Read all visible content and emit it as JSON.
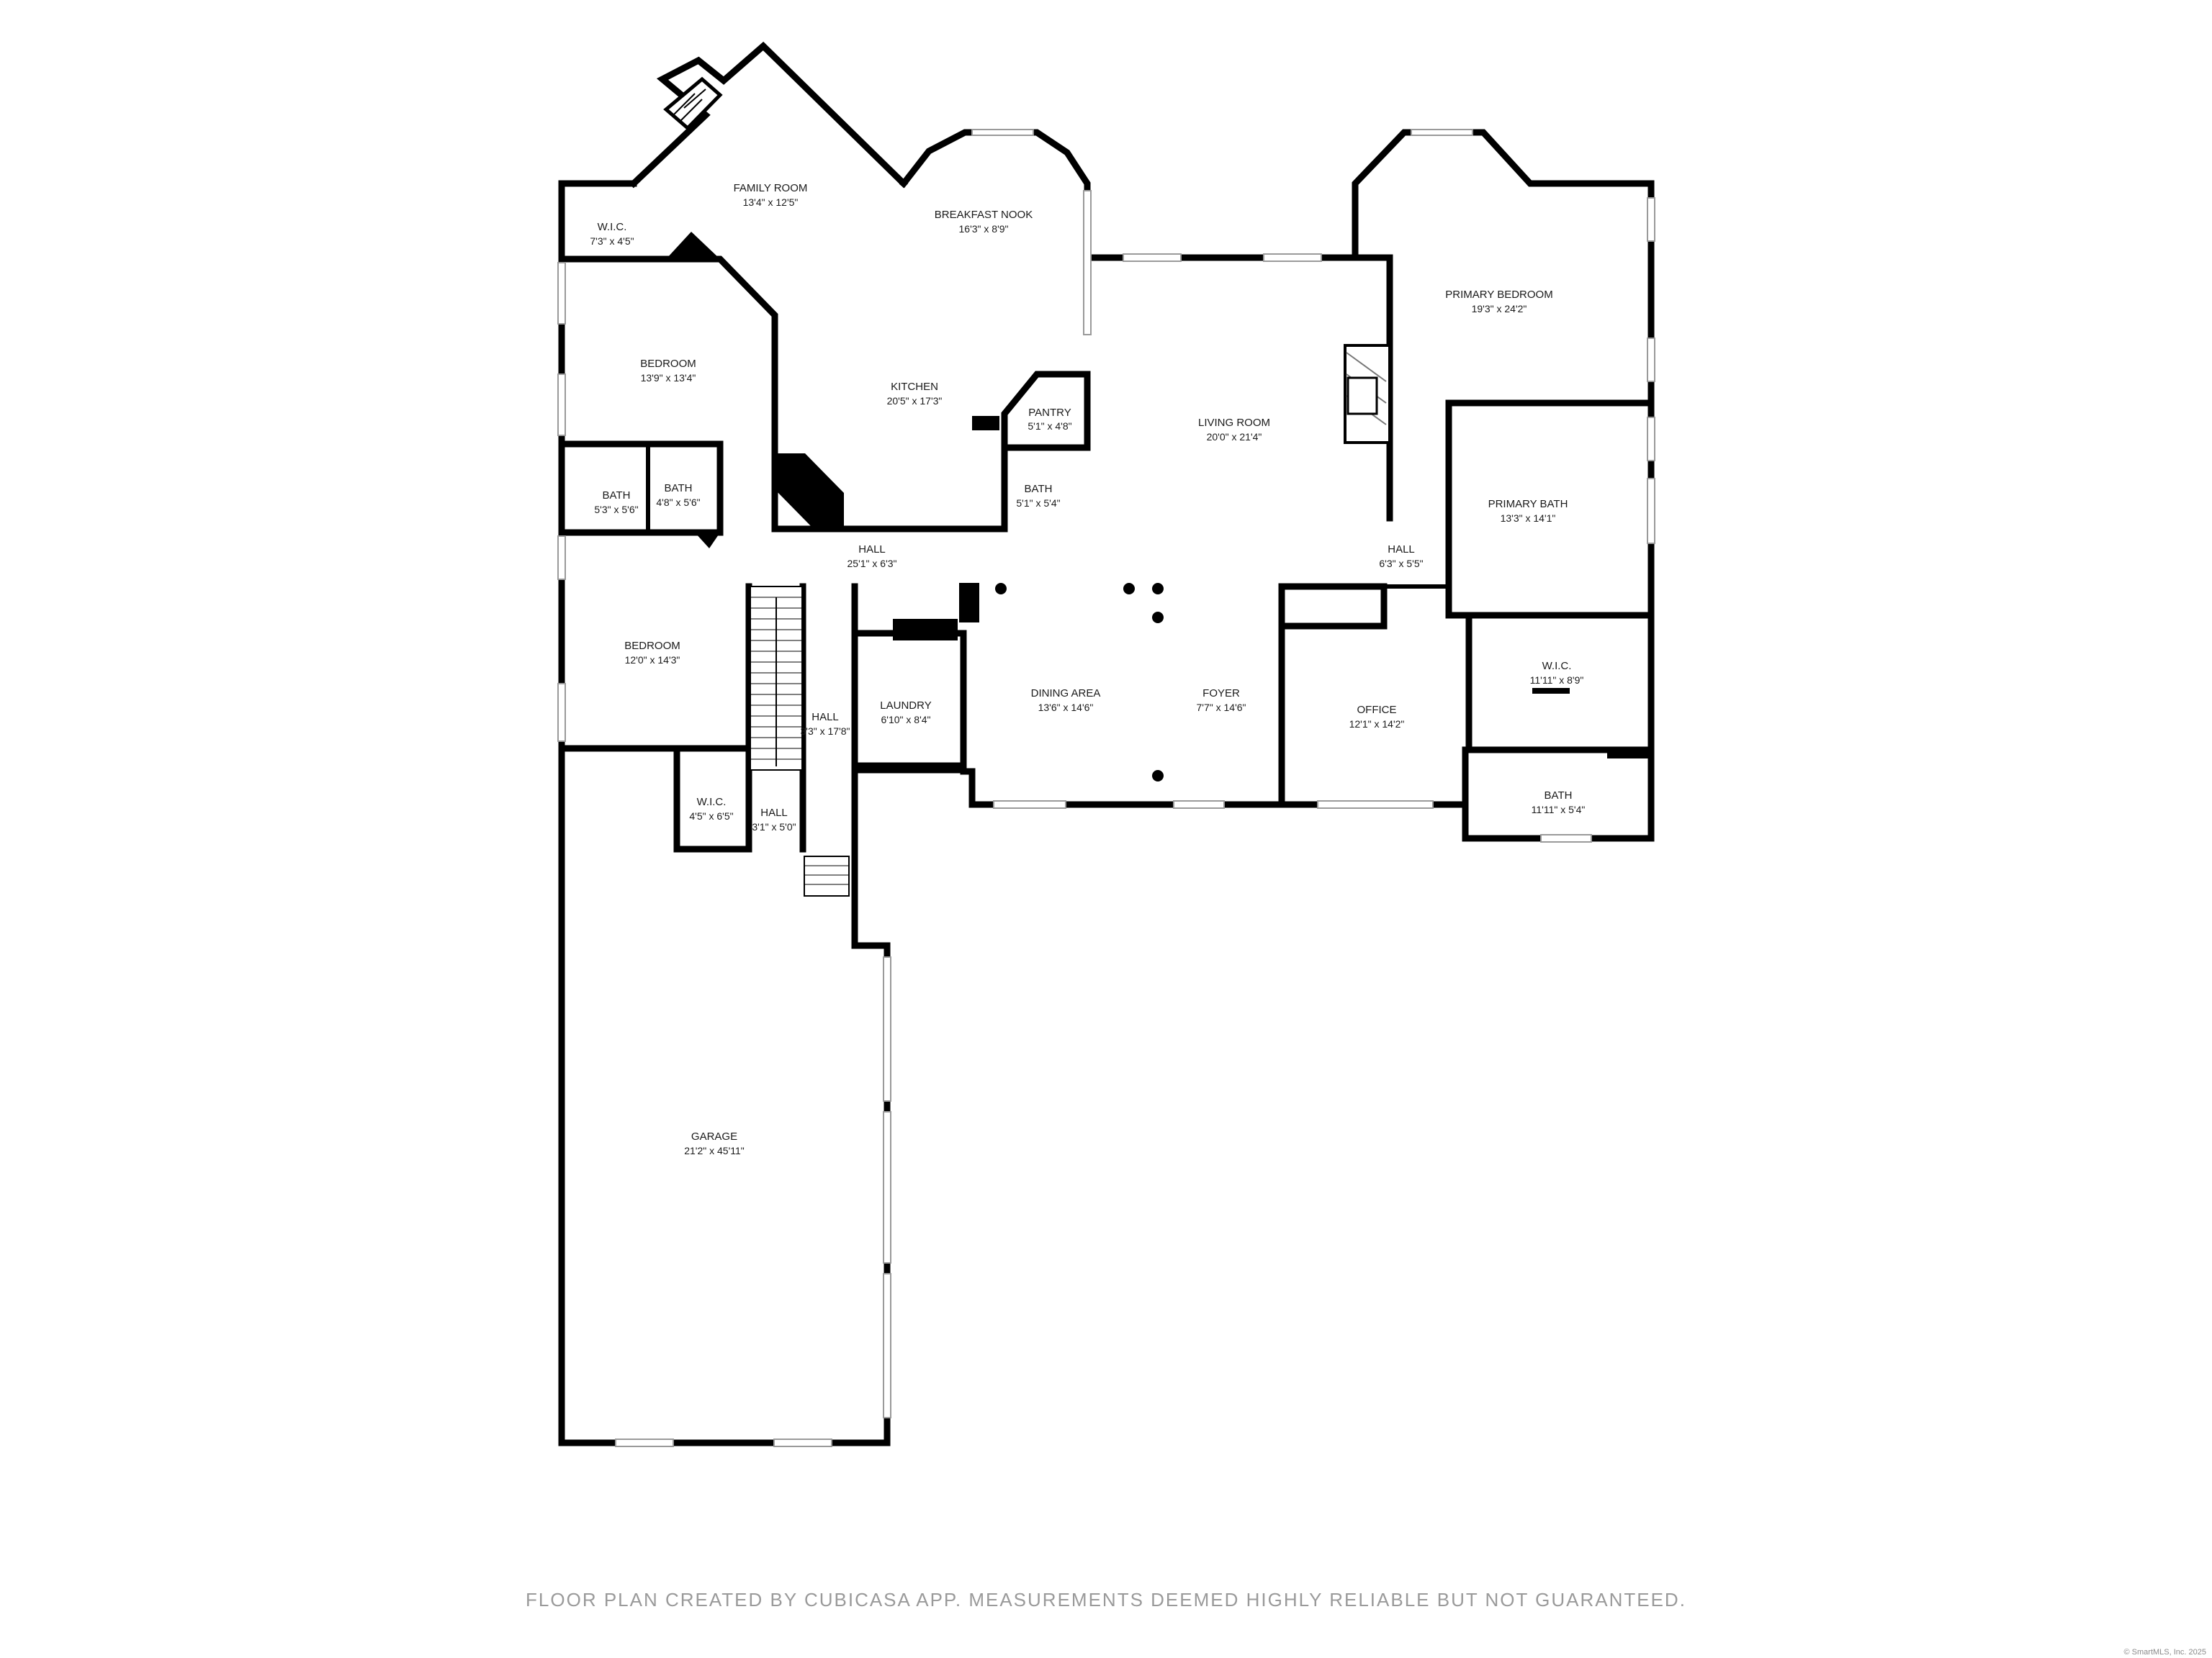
{
  "rooms": [
    {
      "name": "FAMILY ROOM",
      "dims": "13'4\" x 12'5\""
    },
    {
      "name": "BREAKFAST NOOK",
      "dims": "16'3\" x 8'9\""
    },
    {
      "name": "W.I.C.",
      "dims": "7'3\" x 4'5\""
    },
    {
      "name": "BEDROOM",
      "dims": "13'9\" x 13'4\""
    },
    {
      "name": "KITCHEN",
      "dims": "20'5\" x 17'3\""
    },
    {
      "name": "PANTRY",
      "dims": "5'1\" x 4'8\""
    },
    {
      "name": "BATH",
      "dims": "5'1\" x 5'4\""
    },
    {
      "name": "LIVING ROOM",
      "dims": "20'0\" x 21'4\""
    },
    {
      "name": "PRIMARY BEDROOM",
      "dims": "19'3\" x 24'2\""
    },
    {
      "name": "PRIMARY BATH",
      "dims": "13'3\" x 14'1\""
    },
    {
      "name": "BATH",
      "dims": "5'3\" x 5'6\""
    },
    {
      "name": "BATH",
      "dims": "4'8\" x 5'6\""
    },
    {
      "name": "HALL",
      "dims": "25'1\" x 6'3\""
    },
    {
      "name": "HALL",
      "dims": "6'3\" x 5'5\""
    },
    {
      "name": "BEDROOM",
      "dims": "12'0\" x 14'3\""
    },
    {
      "name": "HALL",
      "dims": "3'3\" x 17'8\""
    },
    {
      "name": "LAUNDRY",
      "dims": "6'10\" x 8'4\""
    },
    {
      "name": "DINING AREA",
      "dims": "13'6\" x 14'6\""
    },
    {
      "name": "FOYER",
      "dims": "7'7\" x 14'6\""
    },
    {
      "name": "OFFICE",
      "dims": "12'1\" x 14'2\""
    },
    {
      "name": "W.I.C.",
      "dims": "11'11\" x 8'9\""
    },
    {
      "name": "W.I.C.",
      "dims": "4'5\" x 6'5\""
    },
    {
      "name": "HALL",
      "dims": "3'1\" x 5'0\""
    },
    {
      "name": "BATH",
      "dims": "11'11\" x 5'4\""
    },
    {
      "name": "GARAGE",
      "dims": "21'2\" x 45'11\""
    }
  ],
  "disclaimer": "FLOOR PLAN CREATED BY CUBICASA APP. MEASUREMENTS DEEMED HIGHLY RELIABLE BUT NOT GUARANTEED.",
  "copyright": "© SmartMLS, Inc. 2025",
  "colors": {
    "wall": "#000000",
    "window": "#9a9a9a",
    "text": "#1a1a1a",
    "disclaimer": "#9a9a9a"
  }
}
